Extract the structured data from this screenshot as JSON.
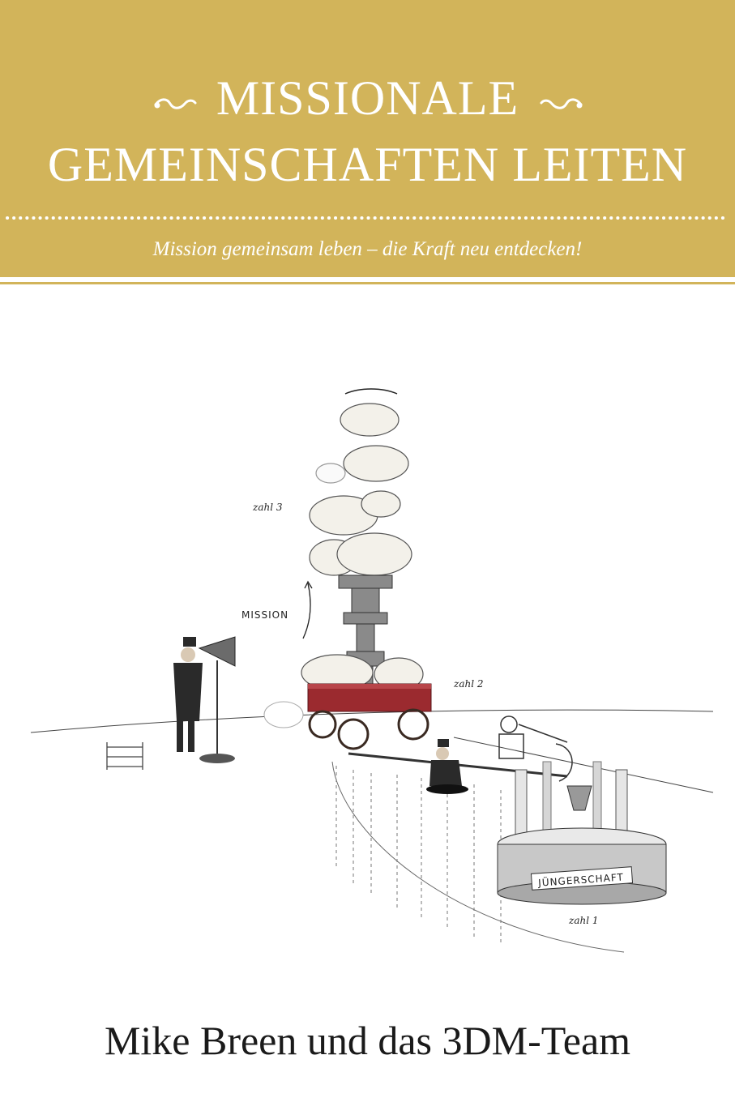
{
  "cover": {
    "title_line1": "MISSIONALE",
    "title_line2": "GEMEINSCHAFTEN LEITEN",
    "subtitle": "Mission gemeinsam leben – die Kraft neu entdecken!",
    "author": "Mike Breen und das 3DM-Team"
  },
  "illustration": {
    "label_zahl3": "zahl 3",
    "label_mission": "MISSION",
    "label_zahl2": "zahl 2",
    "label_juengerschaft": "JÜNGERSCHAFT",
    "label_zahl1": "zahl 1"
  },
  "colors": {
    "banner": "#d2b45a",
    "wagon": "#9b2a2f",
    "ink": "#1a1a1a"
  }
}
